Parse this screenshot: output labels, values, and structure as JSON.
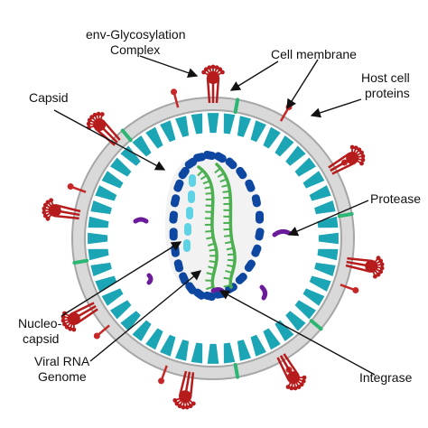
{
  "labels": {
    "env_glyco_line1": "env-Glycosylation",
    "env_glyco_line2": "Complex",
    "cell_membrane": "Cell membrane",
    "host_cell_line1": "Host cell",
    "host_cell_line2": "proteins",
    "capsid": "Capsid",
    "protease": "Protease",
    "nucleo_line1": "Nucleo-",
    "nucleo_line2": "capsid",
    "viral_rna_line1": "Viral RNA",
    "viral_rna_line2": "Genome",
    "integrase": "Integrase"
  },
  "colors": {
    "membrane": "#d9d9d9",
    "membrane_edge": "#a6a6a6",
    "matrix": "#1ba5b5",
    "capsid": "#0d47a1",
    "nucleocapsid": "#5fd3e6",
    "rna": "#4caf50",
    "protease": "#6a1b9a",
    "spike": "#b71c1c",
    "host_protein": "#c62828",
    "host_green": "#2bb673",
    "arrow": "#111111"
  }
}
